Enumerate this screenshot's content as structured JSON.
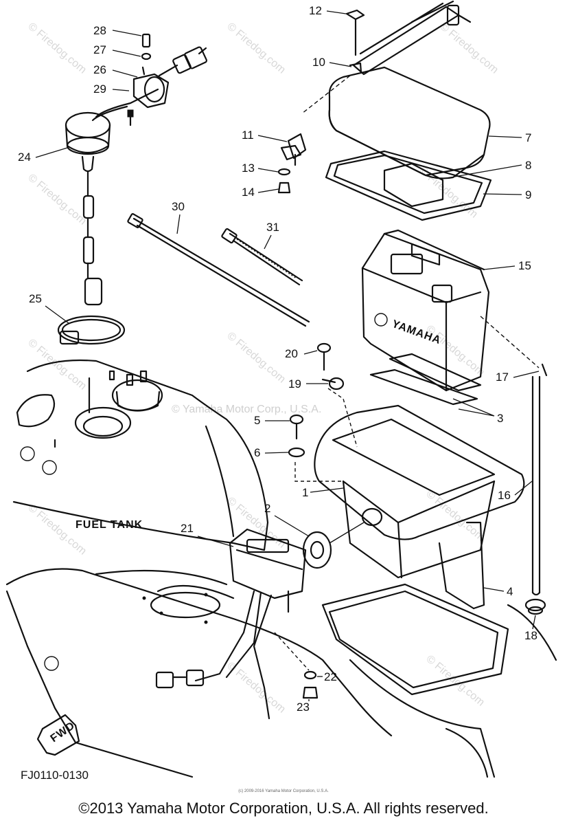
{
  "diagram": {
    "fuel_tank_label": "FUEL TANK",
    "fwd_label": "FWD",
    "diagram_code": "FJ0110-0130",
    "battery_brand": "YAMAHA",
    "watermark_text": "© Firedog.com",
    "watermark_center": "© Yamaha Motor Corp., U.S.A.",
    "callouts": [
      "28",
      "27",
      "26",
      "29",
      "24",
      "25",
      "12",
      "10",
      "11",
      "13",
      "14",
      "7",
      "8",
      "9",
      "30",
      "31",
      "15",
      "20",
      "19",
      "17",
      "5",
      "6",
      "3",
      "1",
      "16",
      "2",
      "21",
      "4",
      "18",
      "22",
      "23"
    ]
  },
  "footer": {
    "tiny_note": "(c) 2009-2016 Yamaha Motor Corporation, U.S.A.",
    "copyright": "©2013 Yamaha Motor Corporation, U.S.A. All rights reserved."
  }
}
